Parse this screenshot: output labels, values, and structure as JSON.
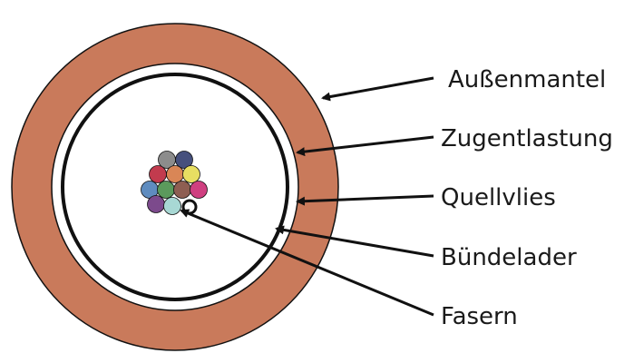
{
  "title": "Querschnitt Glasfaserkabel",
  "colors": {
    "outer_jacket": "#c97a5b",
    "stroke": "#111111",
    "background": "#ffffff"
  },
  "labels": {
    "aussenmantel": "Außenmantel",
    "zugentlastung": "Zugentlastung",
    "quellvlies": "Quellvlies",
    "buendelader": "Bündelader",
    "fasern": "Fasern"
  },
  "fibers": [
    {
      "name": "fiber-gray",
      "color": "#8c8c8c"
    },
    {
      "name": "fiber-navy",
      "color": "#46507d"
    },
    {
      "name": "fiber-red",
      "color": "#c23b4e"
    },
    {
      "name": "fiber-orange",
      "color": "#d98656"
    },
    {
      "name": "fiber-yellow",
      "color": "#e8df62"
    },
    {
      "name": "fiber-blue",
      "color": "#5f8cbf"
    },
    {
      "name": "fiber-green",
      "color": "#5b9a5c"
    },
    {
      "name": "fiber-brown",
      "color": "#8e5e52"
    },
    {
      "name": "fiber-pink",
      "color": "#cf3f80"
    },
    {
      "name": "fiber-violet",
      "color": "#7c4a8c"
    },
    {
      "name": "fiber-turquoise",
      "color": "#a8d8d4"
    },
    {
      "name": "fiber-white",
      "color": "#ffffff"
    }
  ]
}
